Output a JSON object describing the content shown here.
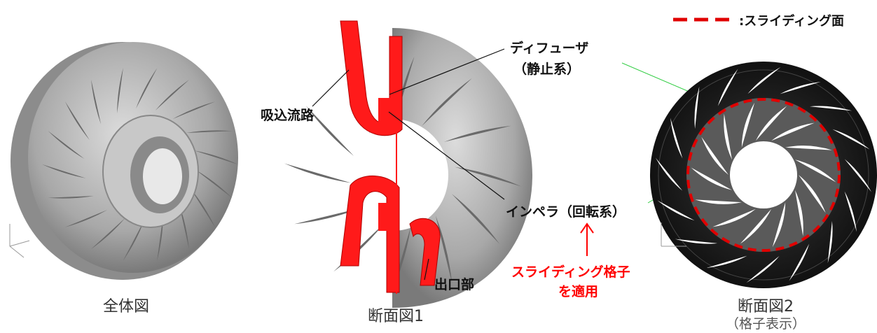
{
  "legend": {
    "text": ":スライディング面",
    "line_color": "#e00000"
  },
  "captions": {
    "overall": "全体図",
    "section1": "断面図1",
    "section2": "断面図2",
    "section2_sub": "（格子表示）"
  },
  "labels": {
    "diffuser_line1": "ディフューザ",
    "diffuser_line2": "（静止系）",
    "suction": "吸込流路",
    "impeller": "インペラ（回転系）",
    "outlet": "出口部",
    "sliding_line1": "スライディング格子",
    "sliding_line2": "を適用"
  },
  "colors": {
    "accent_red": "#ff0000",
    "model_gray": "#9a9a9a",
    "mesh_dark": "#1a1a1a"
  }
}
